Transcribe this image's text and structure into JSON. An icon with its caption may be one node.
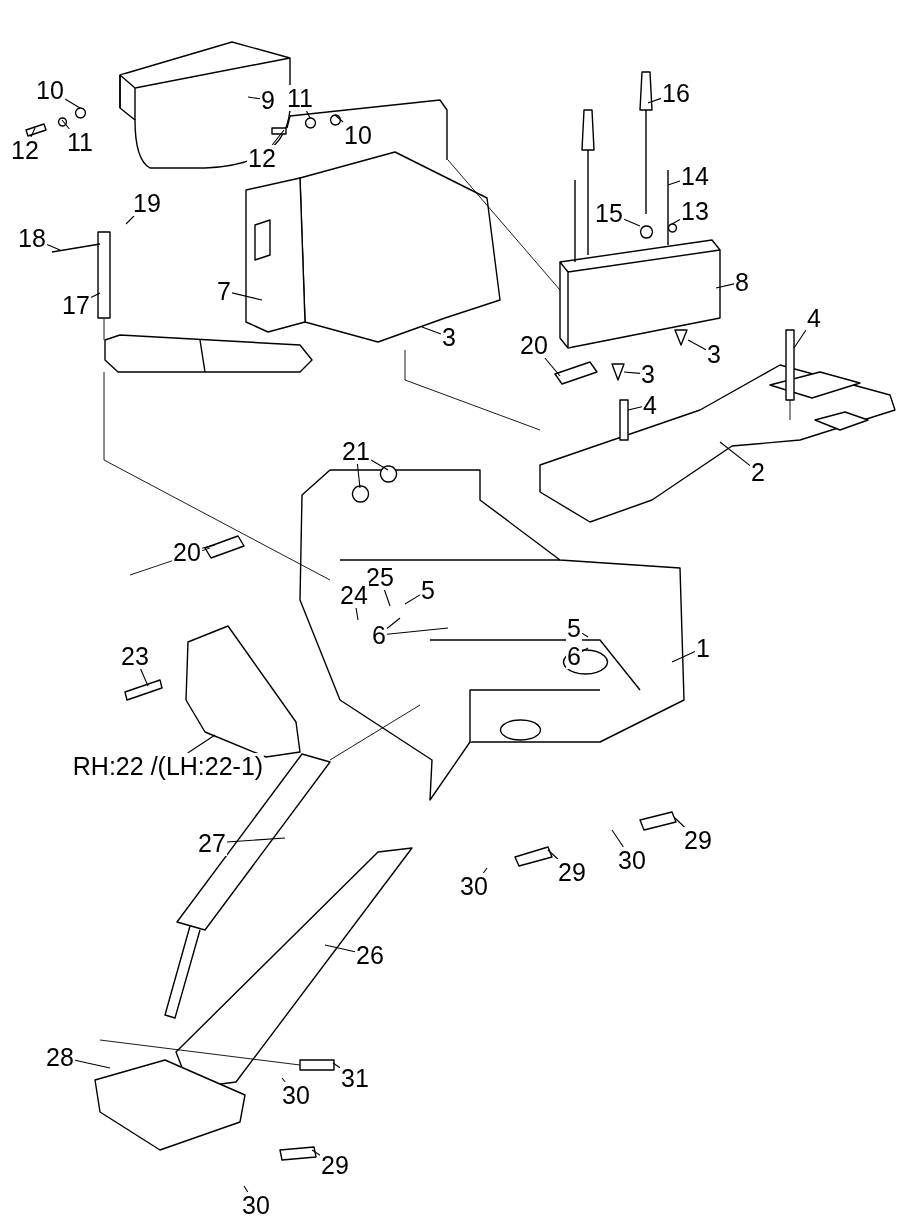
{
  "diagram": {
    "nodes": [
      {
        "text": [
          "10"
        ]
      },
      {
        "text": [
          "9"
        ]
      },
      {
        "text": [
          "11"
        ]
      },
      {
        "text": [
          "12"
        ]
      },
      {
        "text": [
          "11"
        ]
      },
      {
        "text": [
          "10"
        ]
      },
      {
        "text": [
          "12"
        ]
      },
      {
        "text": [
          "16"
        ]
      },
      {
        "text": [
          "14"
        ]
      },
      {
        "text": [
          "19"
        ]
      },
      {
        "text": [
          "15"
        ]
      },
      {
        "text": [
          "13"
        ]
      },
      {
        "text": [
          "18"
        ]
      },
      {
        "text": [
          "8"
        ]
      },
      {
        "text": [
          "17"
        ]
      },
      {
        "text": [
          "7"
        ]
      },
      {
        "text": [
          "3"
        ]
      },
      {
        "text": [
          "4"
        ]
      },
      {
        "text": [
          "3"
        ]
      },
      {
        "text": [
          "20"
        ]
      },
      {
        "text": [
          "3"
        ]
      },
      {
        "text": [
          "4"
        ]
      },
      {
        "text": [
          "2"
        ]
      },
      {
        "text": [
          "21"
        ]
      },
      {
        "text": [
          "20"
        ]
      },
      {
        "text": [
          "25"
        ]
      },
      {
        "text": [
          "24"
        ]
      },
      {
        "text": [
          "5"
        ]
      },
      {
        "text": [
          "5"
        ]
      },
      {
        "text": [
          "6"
        ]
      },
      {
        "text": [
          "1"
        ]
      },
      {
        "text": [
          "23"
        ]
      },
      {
        "text": [
          "6"
        ]
      },
      {
        "text": [
          "RH:22 /(LH:22-1)"
        ]
      },
      {
        "text": [
          "29"
        ]
      },
      {
        "text": [
          "27"
        ]
      },
      {
        "text": [
          "30"
        ]
      },
      {
        "text": [
          "29"
        ]
      },
      {
        "text": [
          "30"
        ]
      },
      {
        "text": [
          "26"
        ]
      },
      {
        "text": [
          "28"
        ]
      },
      {
        "text": [
          "31"
        ]
      },
      {
        "text": [
          "30"
        ]
      },
      {
        "text": [
          "29"
        ]
      },
      {
        "text": [
          "30"
        ]
      }
    ],
    "edges": [
      {
        "from": 0,
        "to": null,
        "arrow": "none"
      },
      {
        "from": 1,
        "to": null,
        "arrow": "none"
      },
      {
        "from": 2,
        "to": null,
        "arrow": "none"
      },
      {
        "from": 3,
        "to": null,
        "arrow": "none"
      },
      {
        "from": 4,
        "to": null,
        "arrow": "none"
      },
      {
        "from": 5,
        "to": null,
        "arrow": "none"
      },
      {
        "from": 6,
        "to": null,
        "arrow": "none"
      },
      {
        "from": 7,
        "to": null,
        "arrow": "none"
      },
      {
        "from": 8,
        "to": null,
        "arrow": "none"
      },
      {
        "from": 9,
        "to": null,
        "arrow": "none"
      },
      {
        "from": 10,
        "to": null,
        "arrow": "none"
      },
      {
        "from": 11,
        "to": null,
        "arrow": "none"
      },
      {
        "from": 12,
        "to": null,
        "arrow": "none"
      },
      {
        "from": 13,
        "to": null,
        "arrow": "none"
      },
      {
        "from": 14,
        "to": null,
        "arrow": "none"
      },
      {
        "from": 15,
        "to": null,
        "arrow": "none"
      },
      {
        "from": 16,
        "to": null,
        "arrow": "none"
      },
      {
        "from": 17,
        "to": null,
        "arrow": "none"
      },
      {
        "from": 18,
        "to": null,
        "arrow": "none"
      },
      {
        "from": 19,
        "to": null,
        "arrow": "none"
      },
      {
        "from": 20,
        "to": null,
        "arrow": "none"
      },
      {
        "from": 21,
        "to": null,
        "arrow": "none"
      },
      {
        "from": 22,
        "to": null,
        "arrow": "none"
      },
      {
        "from": 23,
        "to": null,
        "arrow": "none"
      },
      {
        "from": 23,
        "to": null,
        "arrow": "none"
      },
      {
        "from": 24,
        "to": null,
        "arrow": "none"
      },
      {
        "from": 25,
        "to": null,
        "arrow": "none"
      },
      {
        "from": 26,
        "to": null,
        "arrow": "none"
      },
      {
        "from": 27,
        "to": null,
        "arrow": "none"
      },
      {
        "from": 28,
        "to": null,
        "arrow": "none"
      },
      {
        "from": 29,
        "to": null,
        "arrow": "none"
      },
      {
        "from": 29,
        "to": null,
        "arrow": "none"
      },
      {
        "from": 30,
        "to": null,
        "arrow": "none"
      },
      {
        "from": 31,
        "to": null,
        "arrow": "none"
      },
      {
        "from": 32,
        "to": null,
        "arrow": "none"
      },
      {
        "from": 33,
        "to": null,
        "arrow": "none"
      },
      {
        "from": 34,
        "to": null,
        "arrow": "none"
      },
      {
        "from": 35,
        "to": null,
        "arrow": "none"
      },
      {
        "from": 36,
        "to": null,
        "arrow": "none"
      },
      {
        "from": 37,
        "to": null,
        "arrow": "none"
      },
      {
        "from": 38,
        "to": null,
        "arrow": "none"
      },
      {
        "from": 39,
        "to": null,
        "arrow": "none"
      },
      {
        "from": 40,
        "to": null,
        "arrow": "none"
      },
      {
        "from": 41,
        "to": null,
        "arrow": "none"
      },
      {
        "from": 42,
        "to": null,
        "arrow": "none"
      },
      {
        "from": 43,
        "to": null,
        "arrow": "none"
      },
      {
        "from": 44,
        "to": null,
        "arrow": "none"
      }
    ]
  }
}
